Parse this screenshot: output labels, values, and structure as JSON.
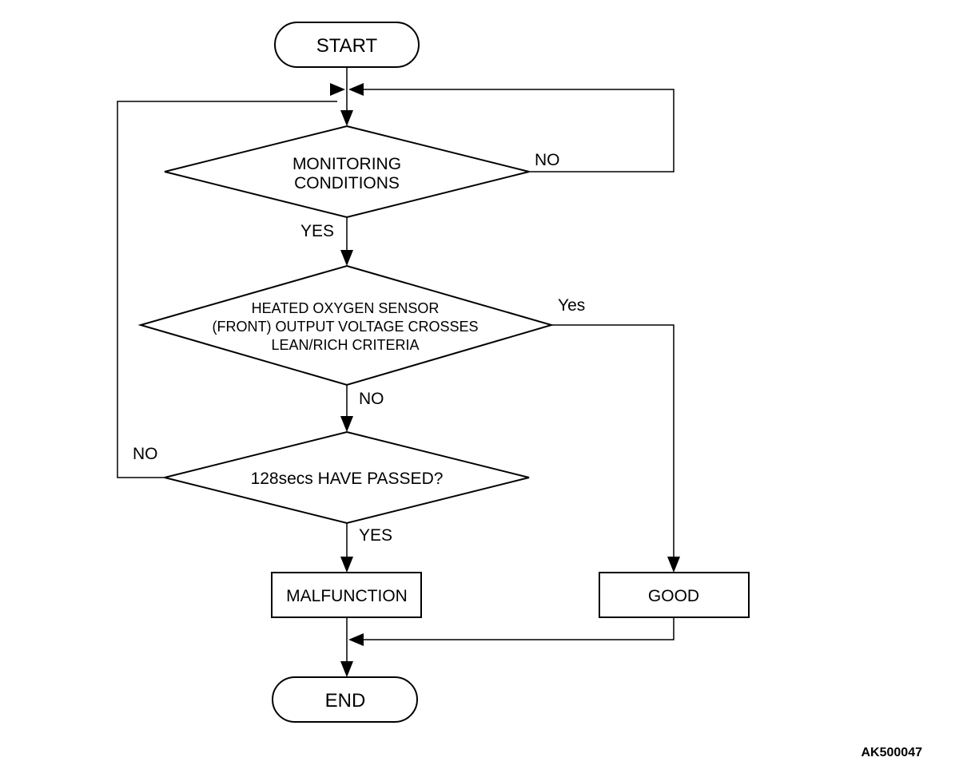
{
  "nodes": {
    "start": "START",
    "monitoring": [
      "MONITORING",
      "CONDITIONS"
    ],
    "sensor": [
      "HEATED OXYGEN SENSOR",
      "(FRONT) OUTPUT VOLTAGE CROSSES",
      "LEAN/RICH CRITERIA"
    ],
    "timer": "128secs HAVE PASSED?",
    "malfunction": "MALFUNCTION",
    "good": "GOOD",
    "end": "END"
  },
  "edges": {
    "monitoring_no": "NO",
    "monitoring_yes": "YES",
    "sensor_yes": "Yes",
    "sensor_no": "NO",
    "timer_no": "NO",
    "timer_yes": "YES"
  },
  "figure_code": "AK500047"
}
